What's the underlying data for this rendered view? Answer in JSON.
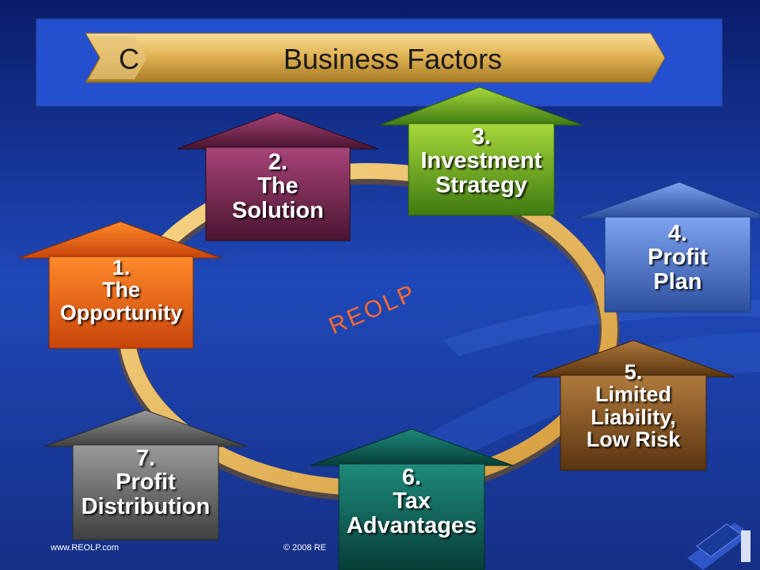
{
  "slide": {
    "title_letter": "C",
    "title": "Business Factors",
    "cycle_label": "REOLP",
    "footer_left": "www.REOLP.com",
    "footer_center": "© 2008 RE"
  },
  "steps": [
    {
      "num": "1.",
      "line1": "The",
      "line2": "Opportunity",
      "line3": "",
      "color": "#e85a10"
    },
    {
      "num": "2.",
      "line1": "The",
      "line2": "Solution",
      "line3": "",
      "color": "#6e2046"
    },
    {
      "num": "3.",
      "line1": "Investment",
      "line2": "Strategy",
      "line3": "",
      "color": "#5f9a1c"
    },
    {
      "num": "4.",
      "line1": "Profit",
      "line2": "Plan",
      "line3": "",
      "color": "#3b67c0"
    },
    {
      "num": "5.",
      "line1": "Limited",
      "line2": "Liability,",
      "line3": "Low Risk",
      "color": "#7a4a1c"
    },
    {
      "num": "6.",
      "line1": "Tax",
      "line2": "Advantages",
      "line3": "",
      "color": "#0d5e55"
    },
    {
      "num": "7.",
      "line1": "Profit",
      "line2": "Distribution",
      "line3": "",
      "color": "#5e5e5e"
    }
  ]
}
